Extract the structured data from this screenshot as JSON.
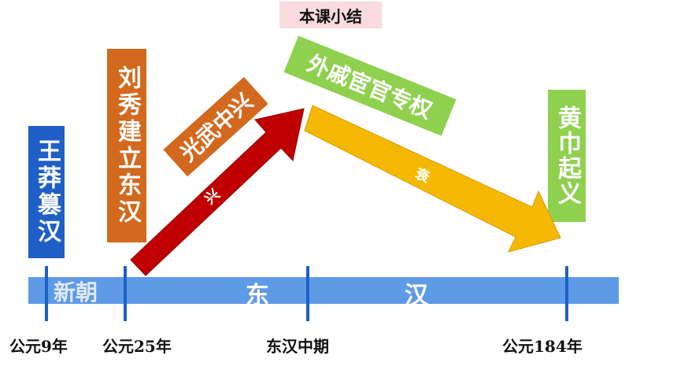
{
  "title": "本课小结",
  "events": {
    "wang_mang": "王莽篡汉",
    "liu_xiu": "刘秀建立东汉",
    "guangwu": "光武中兴",
    "waiqi": "外戚宦官专权",
    "huangjin": "黄巾起义"
  },
  "arrows": {
    "rise": "兴",
    "decline": "衰"
  },
  "timeline": {
    "xinchao": "新朝",
    "dong": "东",
    "han": "汉"
  },
  "dates": {
    "d1": "公元9年",
    "d2": "公元25年",
    "d3": "东汉中期",
    "d4": "公元184年"
  },
  "colors": {
    "title_bg": "#f9dbe1",
    "blue": "#1f5fc6",
    "orange": "#d2691e",
    "green": "#8fd14f",
    "red": "#c00000",
    "gold": "#f5b800",
    "band": "#5f9ae6"
  }
}
